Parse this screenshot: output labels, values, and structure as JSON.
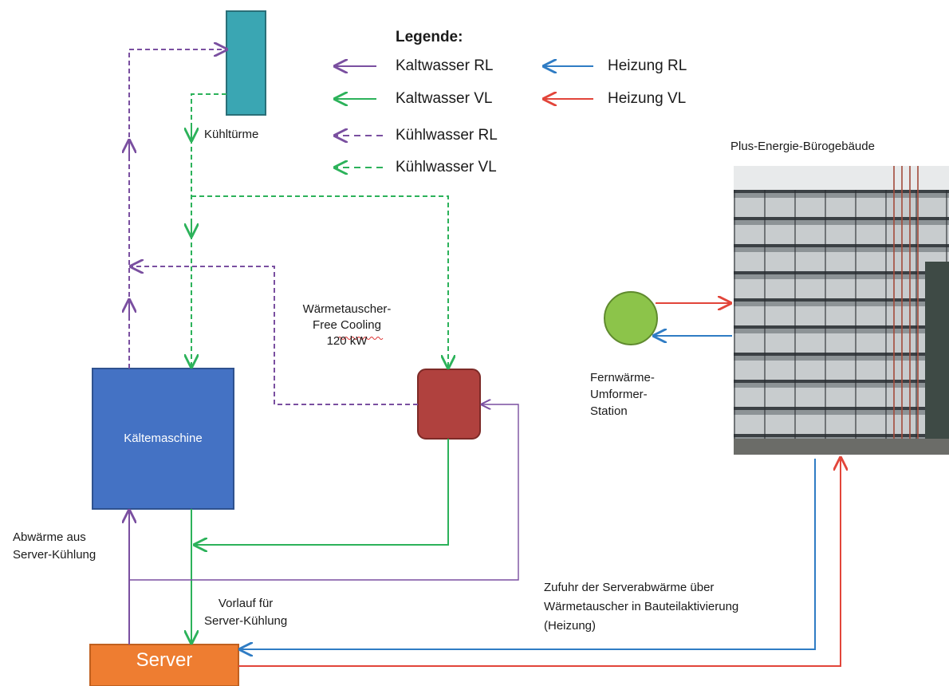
{
  "legend": {
    "title": "Legende:",
    "items": [
      {
        "label": "Kaltwasser RL",
        "color": "#7a4fa0",
        "style": "solid"
      },
      {
        "label": "Kaltwasser VL",
        "color": "#2cb25a",
        "style": "solid"
      },
      {
        "label": "Kühlwasser RL",
        "color": "#7a4fa0",
        "style": "dashed"
      },
      {
        "label": "Kühlwasser VL",
        "color": "#2cb25a",
        "style": "dashed"
      },
      {
        "label": "Heizung RL",
        "color": "#2f7cc4",
        "style": "solid"
      },
      {
        "label": "Heizung VL",
        "color": "#e2453a",
        "style": "solid"
      }
    ]
  },
  "nodes": {
    "cooling_towers": "Kühltürme",
    "chiller": "Kältemaschine",
    "heat_exchanger": [
      "Wärmetauscher-",
      "Free Cooling",
      "120 kW"
    ],
    "district_heating": [
      "Fernwärme-",
      "Umformer-",
      "Station"
    ],
    "building": "Plus-Energie-Bürogebäude",
    "server": "Server"
  },
  "annotations": {
    "waste_heat": [
      "Abwärme aus",
      "Server-Kühlung"
    ],
    "supply_flow": [
      "Vorlauf für",
      "Server-Kühlung"
    ],
    "heat_supply": [
      "Zufuhr der Serverabwärme über",
      "Wärmetauscher in Bauteilaktivierung",
      "(Heizung)"
    ]
  },
  "colors": {
    "tower": "#3aa6b3",
    "chiller": "#4472c4",
    "exchanger": "#b0413e",
    "server": "#ee7d31",
    "station": "#8cc44a"
  },
  "icons": {
    "building_photo": "building-photo"
  }
}
